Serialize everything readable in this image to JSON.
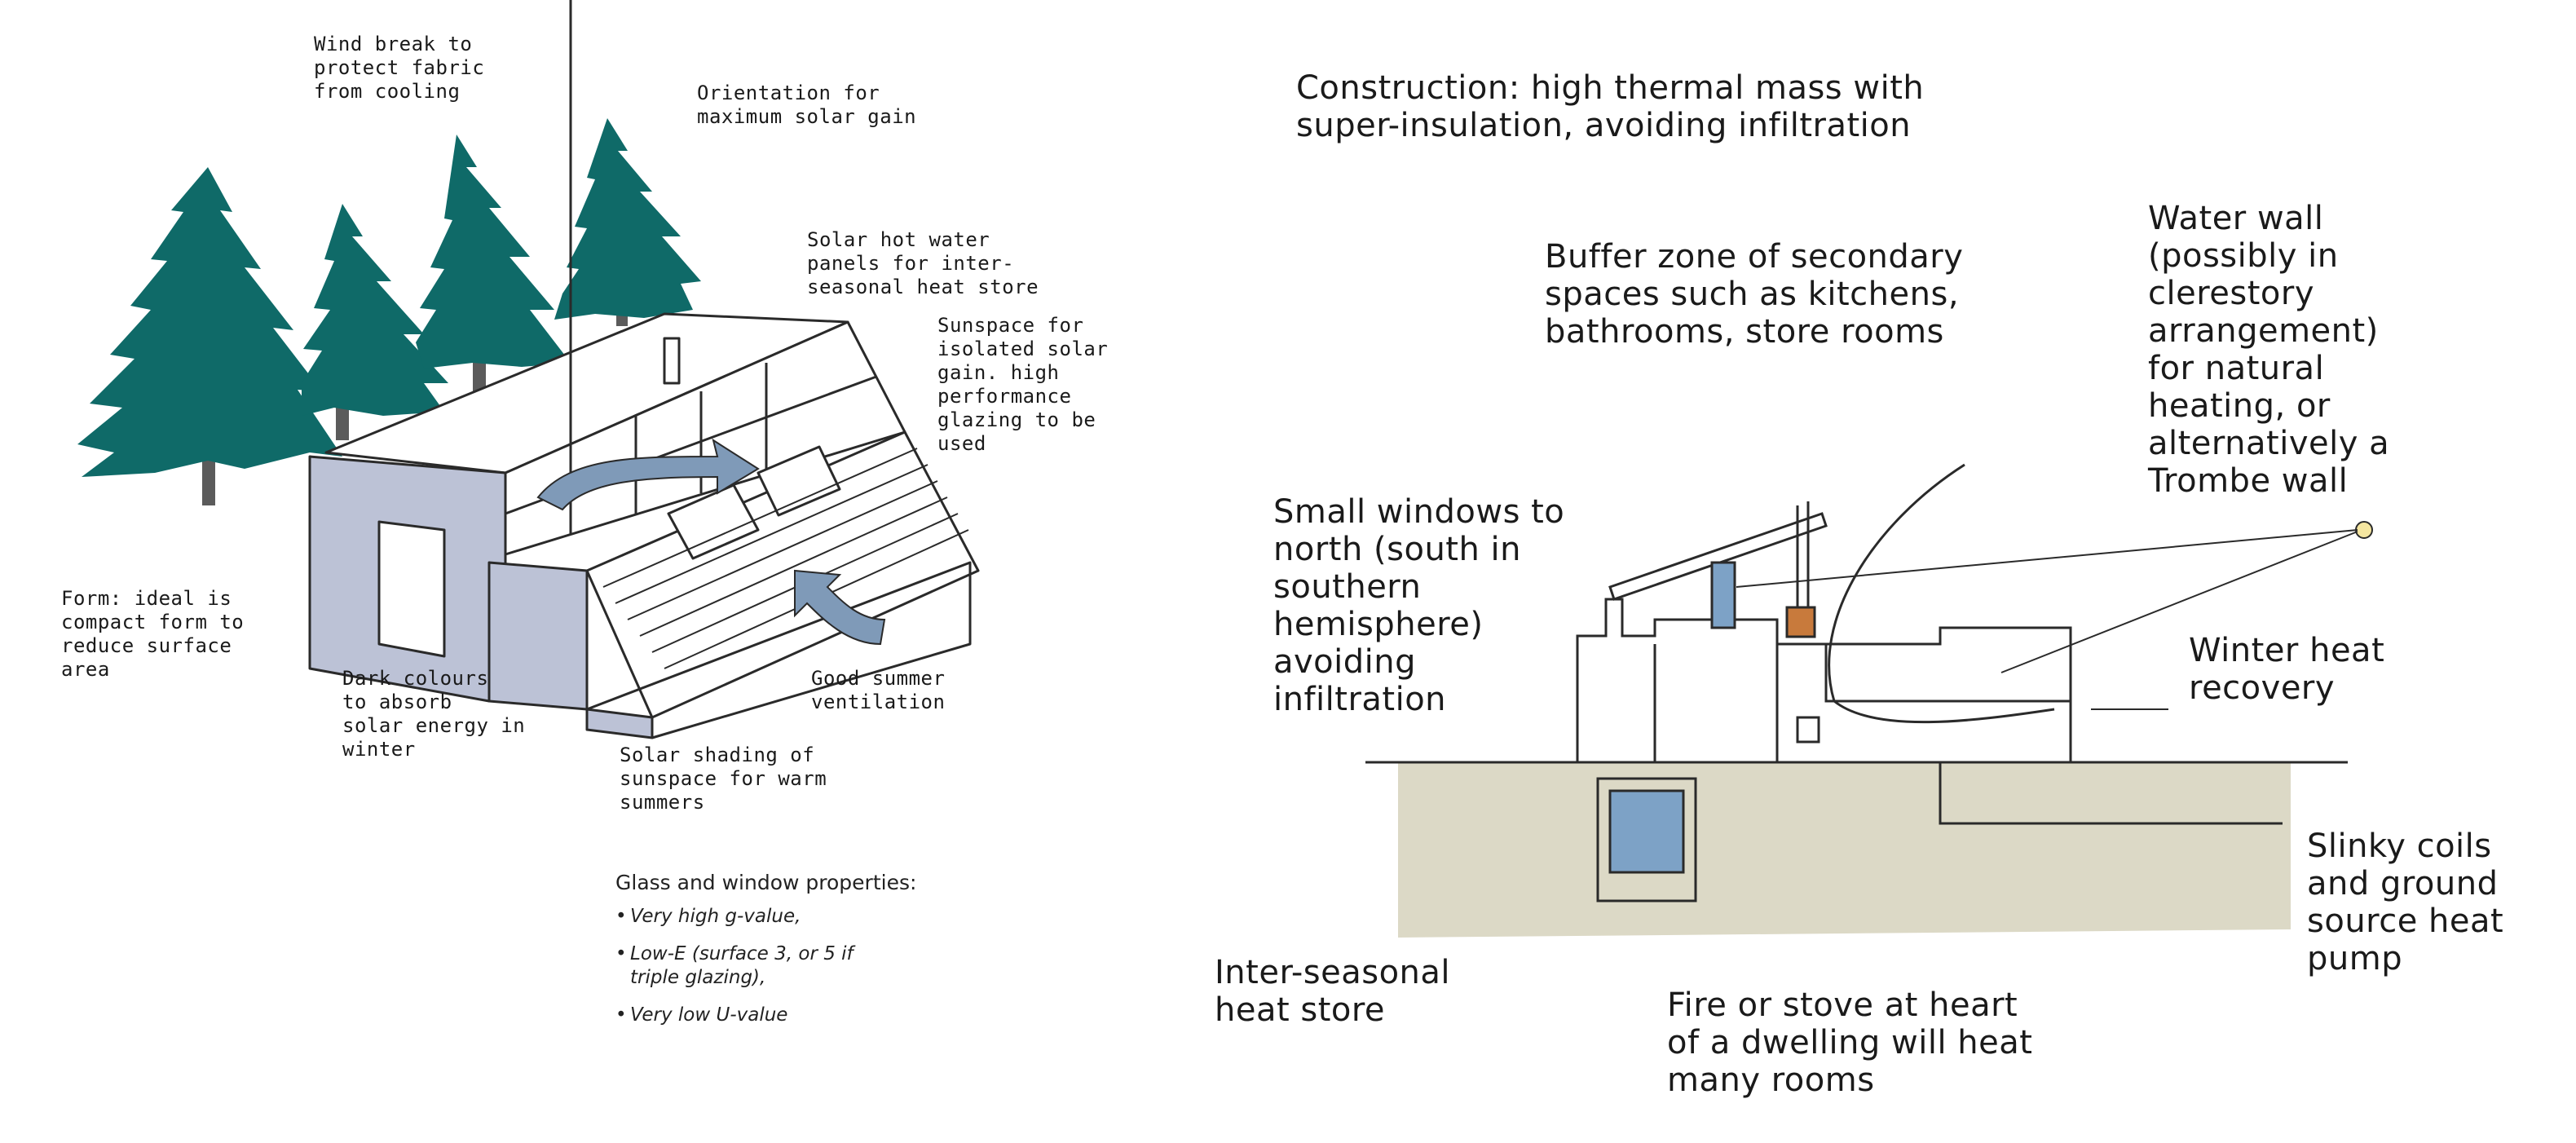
{
  "left_diagram": {
    "labels": {
      "wind_break": "Wind break to\nprotect fabric\nfrom cooling",
      "orientation": "Orientation for\nmaximum solar gain",
      "solar_hot_water": "Solar hot water\npanels for inter-\nseasonal heat store",
      "sunspace": "Sunspace for\nisolated solar\ngain. high\nperformance\nglazing to be\nused",
      "form": "Form: ideal is\ncompact form to\nreduce surface\narea",
      "dark_colours": "Dark colours\nto absorb\nsolar energy in\nwinter",
      "summer_ventilation": "Good summer\nventilation",
      "solar_shading": "Solar shading of\nsunspace for warm\nsummers"
    },
    "glass_properties": {
      "title": "Glass and window properties:",
      "items": [
        "Very high g-value,",
        "Low-E (surface 3, or 5 if\ntriple glazing),",
        "Very low U-value"
      ]
    },
    "colors": {
      "trees": "#0f6a68",
      "walls": "#bcc2d6",
      "arrow": "#7f9ab8",
      "line": "#2a2a2a"
    }
  },
  "right_diagram": {
    "labels": {
      "construction": "Construction: high thermal mass with\nsuper-insulation, avoiding infiltration",
      "buffer_zone": "Buffer zone of secondary\nspaces such as kitchens,\nbathrooms, store rooms",
      "water_wall": "Water wall\n(possibly in\nclerestory\narrangement)\nfor natural\nheating, or\nalternatively a\nTrombe wall",
      "small_windows": "Small windows to\nnorth (south in\nsouthern\nhemisphere)\navoiding\ninfiltration",
      "winter_heat": "Winter heat\nrecovery",
      "slinky_coils": "Slinky coils\nand ground\nsource heat\npump",
      "inter_seasonal": "Inter-seasonal\nheat store",
      "fire_stove": "Fire or stove at heart\nof a dwelling will heat\nmany rooms"
    },
    "colors": {
      "ground": "#dcd9c6",
      "water": "#7da2c6",
      "stove": "#c87a3c",
      "line": "#2a2a2a"
    }
  }
}
